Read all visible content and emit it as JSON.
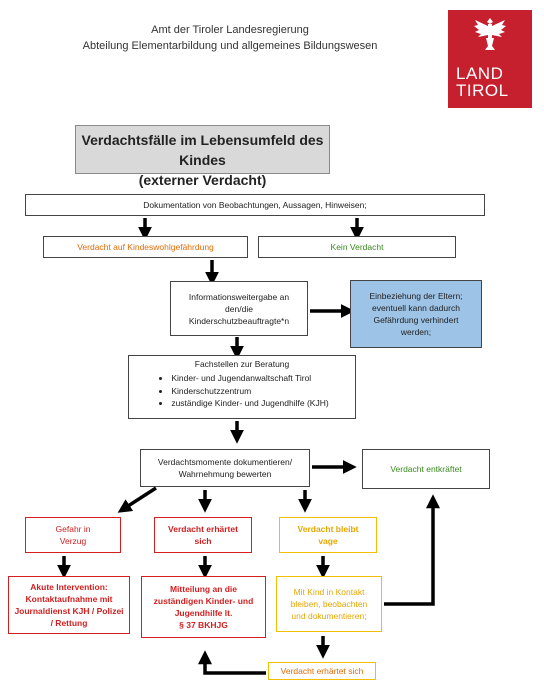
{
  "header": {
    "line1": "Amt der Tiroler Landesregierung",
    "line2": "Abteilung Elementarbildung und allgemeines Bildungswesen"
  },
  "logo": {
    "line1": "LAND",
    "line2": "TIROL",
    "color": "#c6202f"
  },
  "title": {
    "line1": "Verdachtsfälle im Lebensumfeld des Kindes",
    "line2": "(externer Verdacht)"
  },
  "nodes": {
    "doku": "Dokumentation von Beobachtungen, Aussagen, Hinweisen;",
    "verdacht": "Verdacht auf Kindeswohlgefährdung",
    "kein": "Kein Verdacht",
    "info": [
      "Informationsweitergabe an",
      "den/die",
      "Kinderschutzbeauftragte*n"
    ],
    "eltern": [
      "Einbeziehung der Eltern;",
      "eventuell kann dadurch",
      "Gefährdung verhindert",
      "werden;"
    ],
    "fachstellen": {
      "title": "Fachstellen zur Beratung",
      "items": [
        "Kinder- und Jugendanwaltschaft Tirol",
        "Kinderschutzzentrum",
        "zuständige Kinder- und Jugendhilfe (KJH)"
      ]
    },
    "dokumentieren": [
      "Verdachtsmomente dokumentieren/",
      "Wahrnehmung bewerten"
    ],
    "entkraeftet": "Verdacht entkräftet",
    "gefahr": [
      "Gefahr in",
      "Verzug"
    ],
    "erhaertet": [
      "Verdacht erhärtet",
      "sich"
    ],
    "vage": [
      "Verdacht bleibt",
      "vage"
    ],
    "akut": [
      "Akute Intervention:",
      "Kontaktaufnahme mit",
      "Journaldienst KJH / Polizei",
      "/ Rettung"
    ],
    "mitteilung": [
      "Mitteilung an die",
      "zuständigen Kinder- und",
      "Jugendhilfe lt.",
      "§ 37 BKHJG"
    ],
    "kontakt": [
      "Mit Kind in Kontakt",
      "bleiben, beobachten",
      "und dokumentieren;"
    ],
    "erhaertet2": "Verdacht erhärtet sich"
  },
  "colors": {
    "orange": "#e36c09",
    "green": "#3a8a1f",
    "red": "#d21f1f",
    "yellow": "#e6a700",
    "blue_fill": "#9dc3e6",
    "title_fill": "#d9d9d9"
  }
}
